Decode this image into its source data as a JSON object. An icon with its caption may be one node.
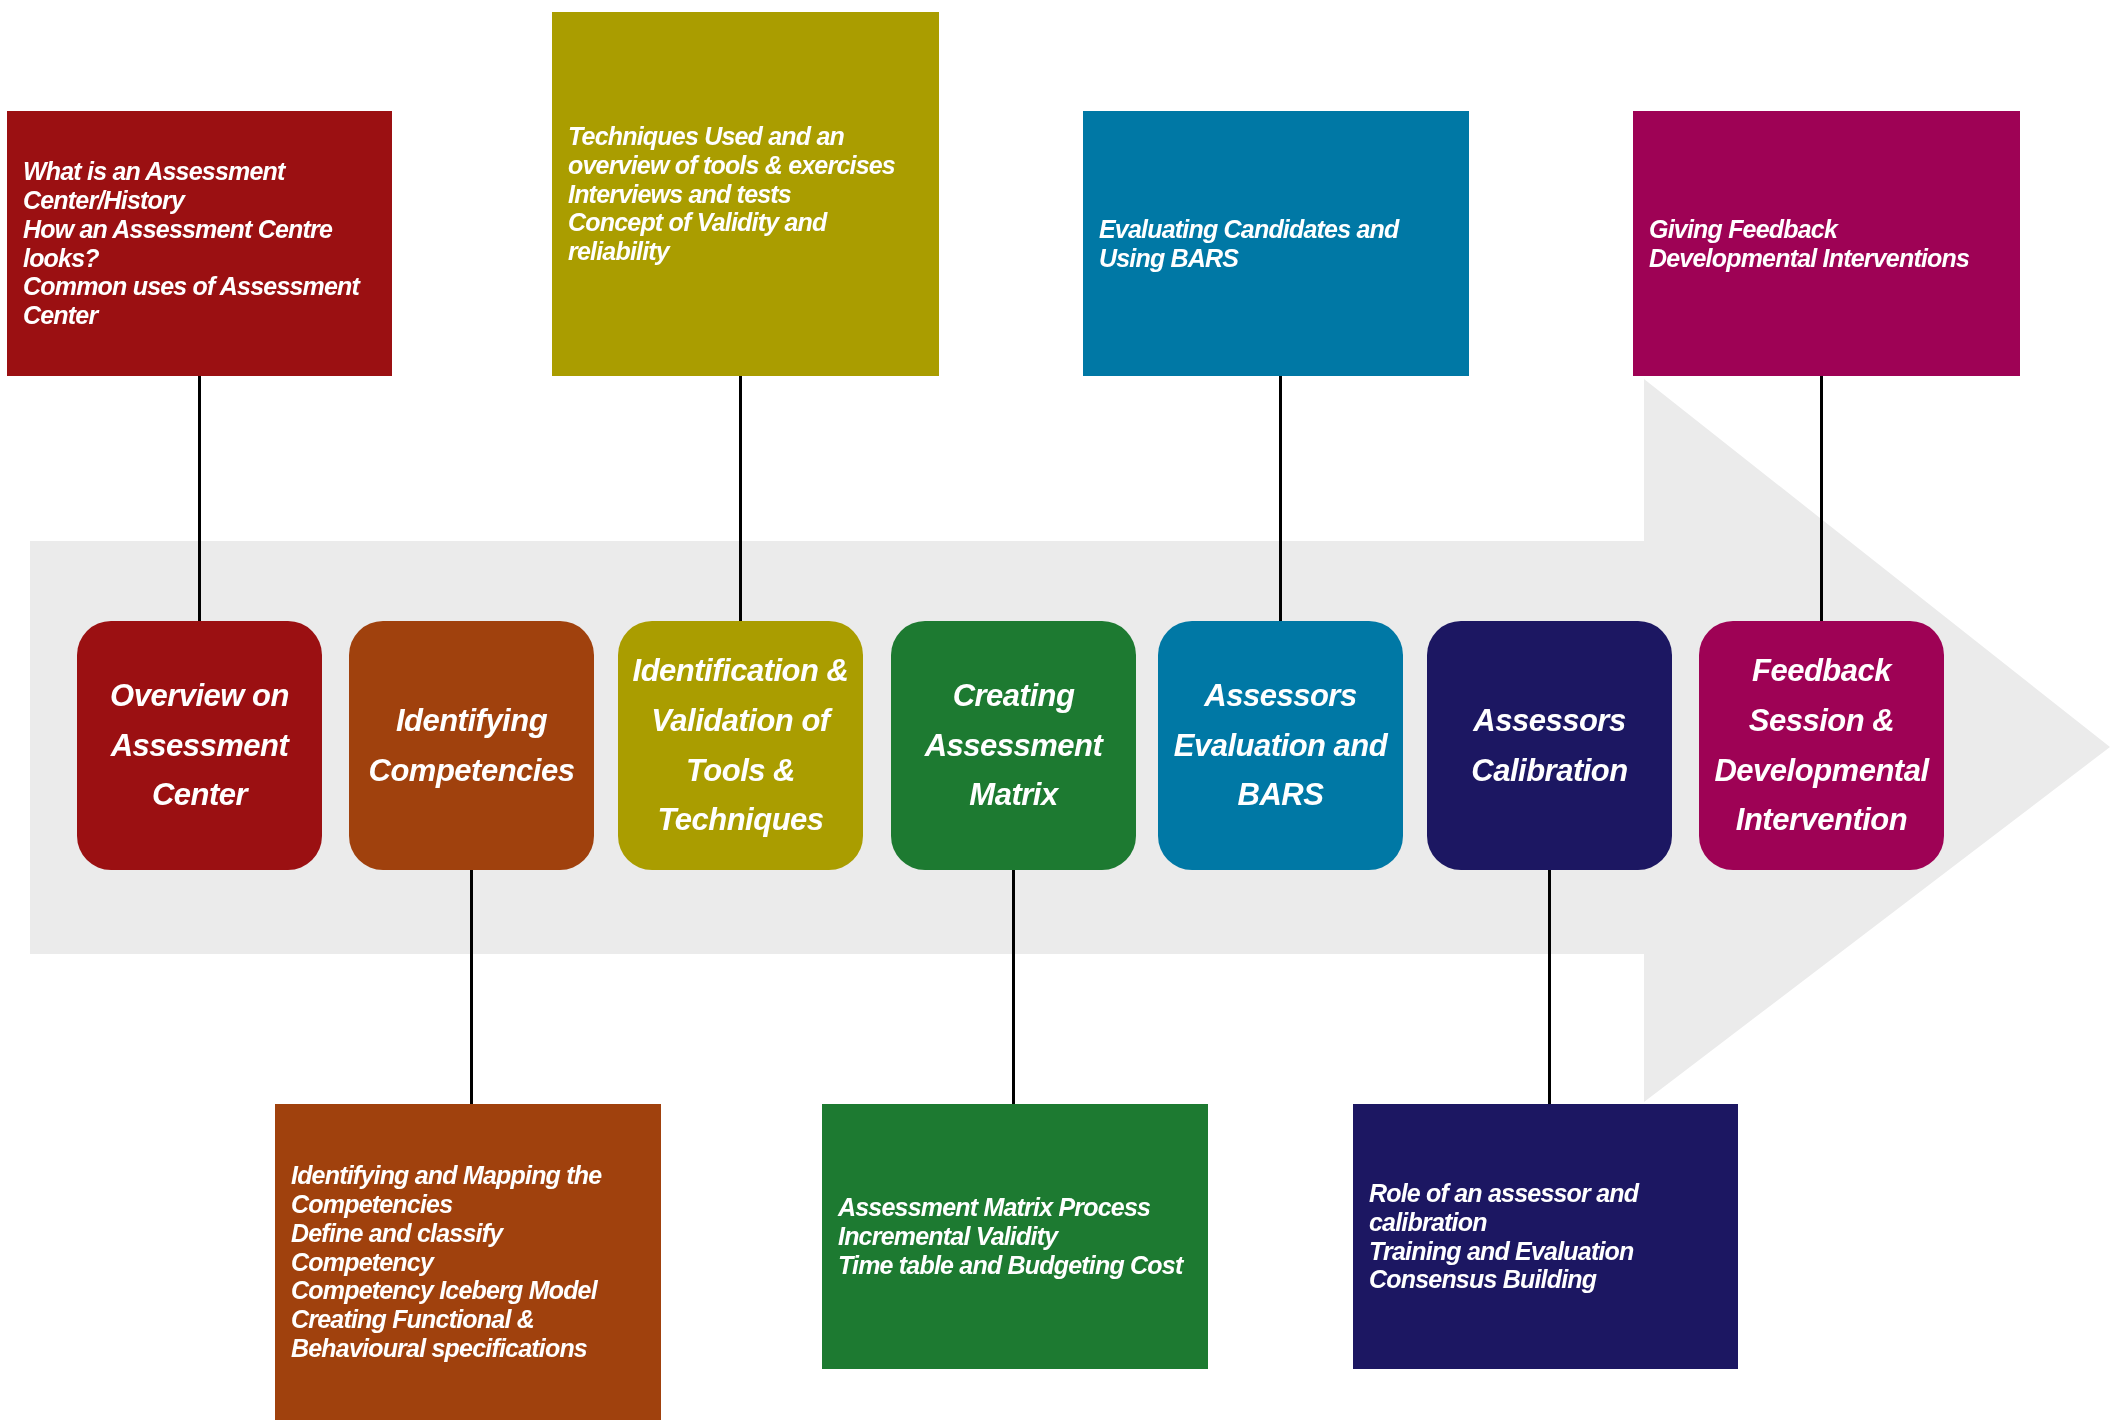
{
  "diagram": {
    "nodes": [
      {
        "text": [
          "What is an Assessment Center/History",
          "How an Assessment Centre looks?",
          "Common uses of Assessment Center"
        ]
      },
      {
        "text": [
          "Techniques Used and an overview of tools & exercises",
          "Interviews and tests",
          "Concept of Validity and reliability"
        ]
      },
      {
        "text": [
          "Evaluating Candidates and Using BARS"
        ]
      },
      {
        "text": [
          "Giving Feedback",
          "Developmental Interventions"
        ]
      },
      {
        "text": [],
        "shape": "arrow"
      },
      {
        "text": [
          "Overview on Assessment Center"
        ],
        "in": 4
      },
      {
        "text": [
          "Identifying Competencies"
        ],
        "in": 4
      },
      {
        "text": [
          "Identification & Validation of Tools & Techniques"
        ],
        "in": 4
      },
      {
        "text": [
          "Creating Assessment Matrix"
        ],
        "in": 4
      },
      {
        "text": [
          "Assessors Evaluation and BARS"
        ],
        "in": 4
      },
      {
        "text": [
          "Assessors Calibration"
        ],
        "in": 4
      },
      {
        "text": [
          "Feedback Session & Developmental Intervention"
        ],
        "in": 4
      },
      {
        "text": [
          "Identifying and Mapping the Competencies",
          "Define and classify Competency",
          "Competency Iceberg Model",
          "Creating Functional & Behavioural specifications"
        ]
      },
      {
        "text": [
          "Assessment Matrix Process",
          "Incremental Validity",
          "Time table and Budgeting Cost"
        ]
      },
      {
        "text": [
          "Role of an assessor and calibration",
          "Training and Evaluation",
          "Consensus Building"
        ]
      }
    ],
    "edges": [
      {
        "from": 0,
        "to": 5,
        "arrow": "none"
      },
      {
        "from": 1,
        "to": 7,
        "arrow": "none"
      },
      {
        "from": 2,
        "to": 9,
        "arrow": "none"
      },
      {
        "from": 3,
        "to": 11,
        "arrow": "none"
      },
      {
        "from": 6,
        "to": 12,
        "arrow": "none"
      },
      {
        "from": 8,
        "to": 13,
        "arrow": "none"
      },
      {
        "from": 10,
        "to": 14,
        "arrow": "none"
      }
    ]
  }
}
